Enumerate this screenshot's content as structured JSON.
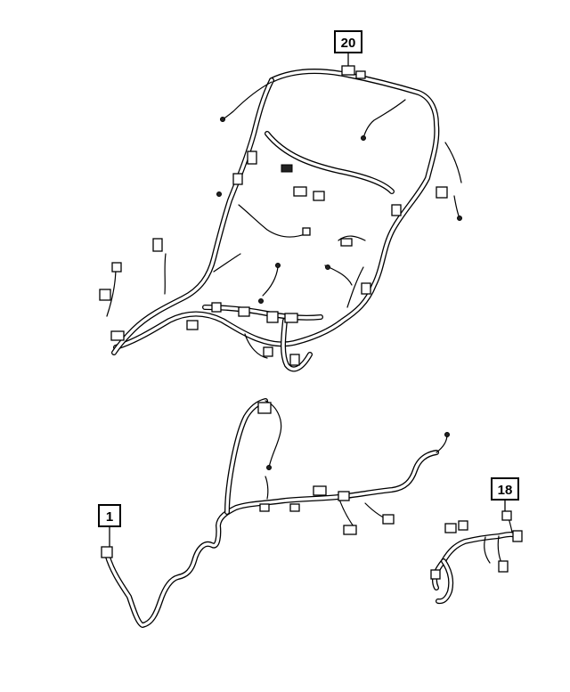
{
  "callouts": {
    "harness_20": {
      "label": "20"
    },
    "harness_1": {
      "label": "1"
    },
    "harness_18": {
      "label": "18"
    }
  }
}
